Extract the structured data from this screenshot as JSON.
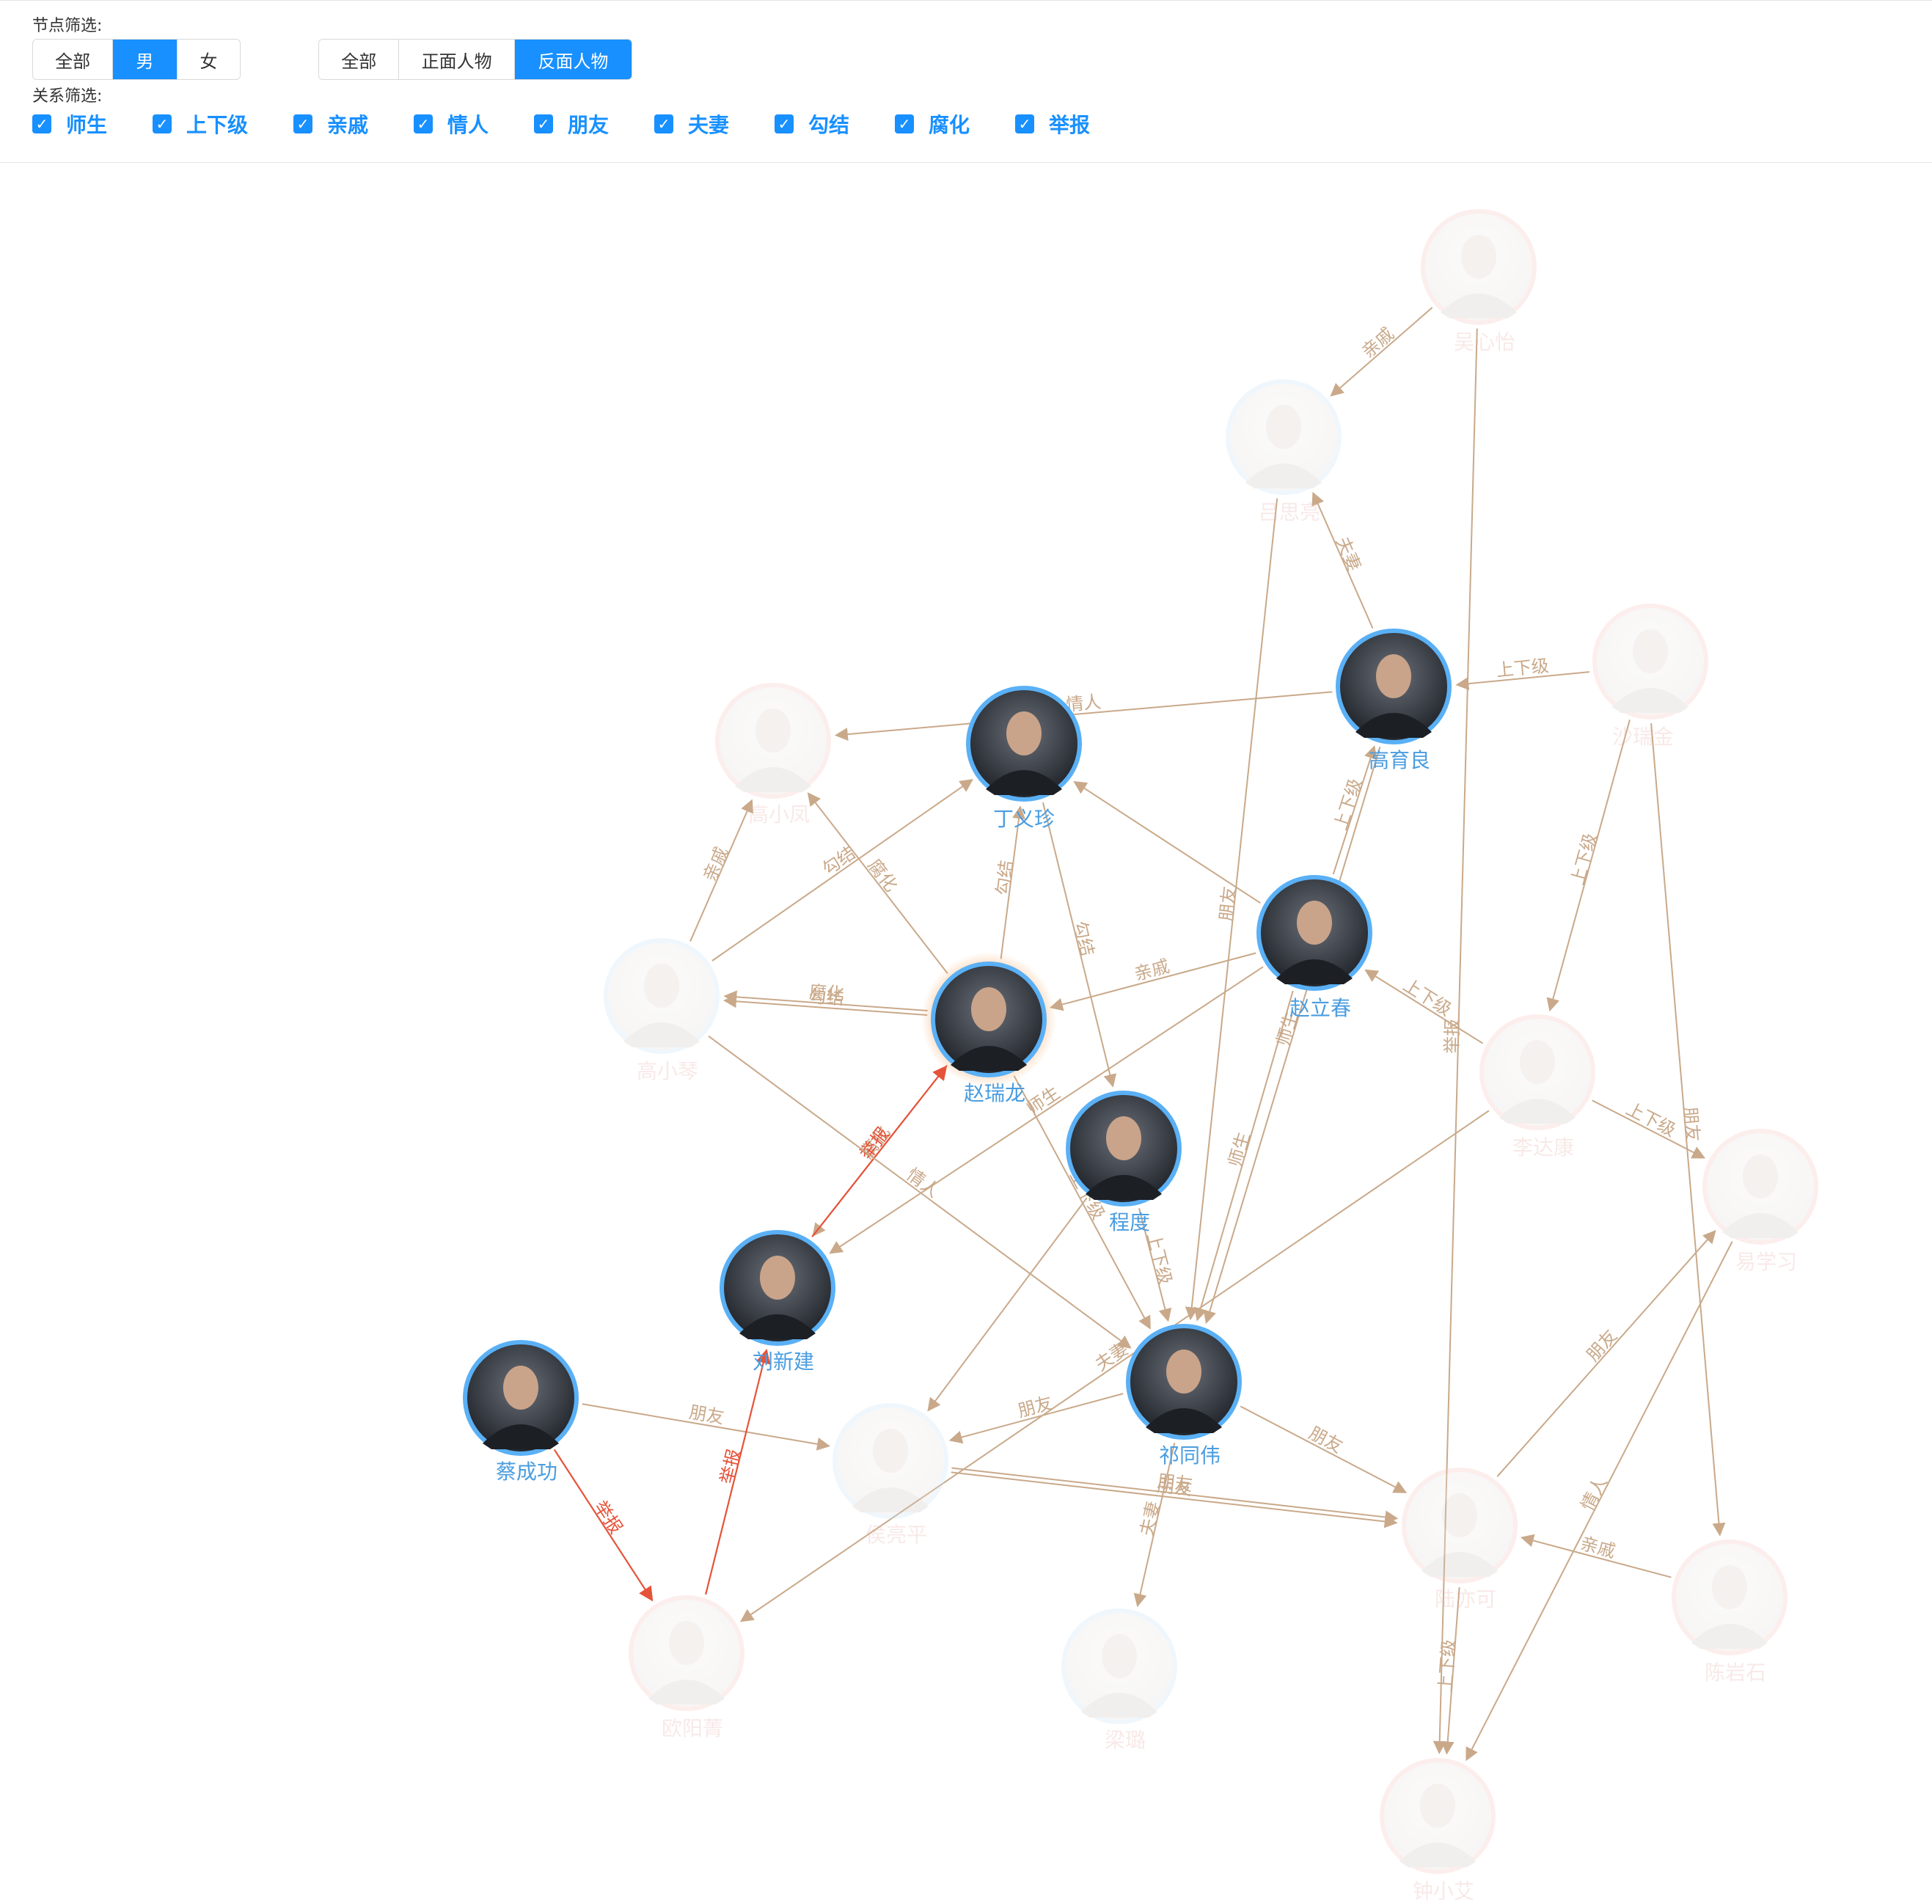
{
  "filters": {
    "node_label": "节点筛选:",
    "relation_label": "关系筛选:",
    "gender_options": [
      "全部",
      "男",
      "女"
    ],
    "gender_selected": "男",
    "role_options": [
      "全部",
      "正面人物",
      "反面人物"
    ],
    "role_selected": "反面人物",
    "relations": [
      "师生",
      "上下级",
      "亲戚",
      "情人",
      "朋友",
      "夫妻",
      "勾结",
      "腐化",
      "举报"
    ]
  },
  "colors": {
    "accent": "#1890ff",
    "edge": "#c9a98a",
    "report_edge": "#e5533a",
    "node_ring": "#5ab0f5",
    "focus_glow": "#f5a35c",
    "faded_red_ring": "#f7c4bd",
    "faded_blue_ring": "#c9e3fb"
  },
  "graph": {
    "nodes": [
      {
        "id": "ding",
        "name": "丁义珍",
        "active": true
      },
      {
        "id": "gao",
        "name": "高育良",
        "active": true
      },
      {
        "id": "zhaolc",
        "name": "赵立春",
        "active": true
      },
      {
        "id": "zhaorl",
        "name": "赵瑞龙",
        "active": true,
        "focus": true
      },
      {
        "id": "cheng",
        "name": "程度",
        "active": true
      },
      {
        "id": "liu",
        "name": "刘新建",
        "active": true
      },
      {
        "id": "cai",
        "name": "蔡成功",
        "active": true
      },
      {
        "id": "qi",
        "name": "祁同伟",
        "active": true
      },
      {
        "id": "wu",
        "name": "吴心怡",
        "active": false
      },
      {
        "id": "lu",
        "name": "吕思亮",
        "active": false
      },
      {
        "id": "sha",
        "name": "沙瑞金",
        "active": false
      },
      {
        "id": "gaoxf",
        "name": "高小凤",
        "active": false
      },
      {
        "id": "gaoxq",
        "name": "高小琴",
        "active": false
      },
      {
        "id": "li",
        "name": "李达康",
        "active": false
      },
      {
        "id": "yi",
        "name": "易学习",
        "active": false
      },
      {
        "id": "hou",
        "name": "侯亮平",
        "active": false
      },
      {
        "id": "luhui",
        "name": "陆亦可",
        "active": false
      },
      {
        "id": "ouy",
        "name": "欧阳菁",
        "active": false
      },
      {
        "id": "liangl",
        "name": "梁璐",
        "active": false
      },
      {
        "id": "cheny",
        "name": "陈岩石",
        "active": false
      },
      {
        "id": "zhong",
        "name": "钟小艾",
        "active": false
      }
    ],
    "edges": [
      {
        "from": "wu",
        "to": "lu",
        "label": "亲戚"
      },
      {
        "from": "gao",
        "to": "lu",
        "label": "夫妻"
      },
      {
        "from": "sha",
        "to": "gao",
        "label": "上下级"
      },
      {
        "from": "gao",
        "to": "gaoxf",
        "label": "情人"
      },
      {
        "from": "gaoxq",
        "to": "gaoxf",
        "label": "亲戚"
      },
      {
        "from": "zhaorl",
        "to": "gaoxf",
        "label": "腐化"
      },
      {
        "from": "gaoxq",
        "to": "ding",
        "label": "勾结"
      },
      {
        "from": "zhaorl",
        "to": "ding",
        "label": "勾结"
      },
      {
        "from": "zhaolc",
        "to": "ding",
        "label": ""
      },
      {
        "from": "zhaorl",
        "to": "gaoxq",
        "label": "勾结"
      },
      {
        "from": "zhaorl",
        "to": "gaoxq",
        "label": "腐化"
      },
      {
        "from": "zhaolc",
        "to": "zhaorl",
        "label": "亲戚"
      },
      {
        "from": "zhaolc",
        "to": "gao",
        "label": "上下级"
      },
      {
        "from": "sha",
        "to": "li",
        "label": "上下级"
      },
      {
        "from": "li",
        "to": "zhaolc",
        "label": "上下级"
      },
      {
        "from": "wu",
        "to": "zhong",
        "label": "举报"
      },
      {
        "from": "zhaorl",
        "to": "liu",
        "label": "腐化"
      },
      {
        "from": "liu",
        "to": "zhaorl",
        "label": "举报",
        "report": true
      },
      {
        "from": "zhaolc",
        "to": "liu",
        "label": "师生"
      },
      {
        "from": "gaoxq",
        "to": "qi",
        "label": "情人"
      },
      {
        "from": "ding",
        "to": "cheng",
        "label": "勾结"
      },
      {
        "from": "cheng",
        "to": "qi",
        "label": "上下级"
      },
      {
        "from": "zhaorl",
        "to": "qi",
        "label": "上下级"
      },
      {
        "from": "gao",
        "to": "qi",
        "label": "师生"
      },
      {
        "from": "lu",
        "to": "qi",
        "label": "朋友"
      },
      {
        "from": "zhaolc",
        "to": "qi",
        "label": "师生"
      },
      {
        "from": "li",
        "to": "ouy",
        "label": "夫妻"
      },
      {
        "from": "cheng",
        "to": "hou",
        "label": ""
      },
      {
        "from": "qi",
        "to": "hou",
        "label": "朋友"
      },
      {
        "from": "cai",
        "to": "hou",
        "label": "朋友"
      },
      {
        "from": "cai",
        "to": "ouy",
        "label": "举报",
        "report": true
      },
      {
        "from": "ouy",
        "to": "liu",
        "label": "举报",
        "report": true
      },
      {
        "from": "qi",
        "to": "luhui",
        "label": "朋友"
      },
      {
        "from": "hou",
        "to": "luhui",
        "label": "朋友"
      },
      {
        "from": "hou",
        "to": "luhui",
        "label": "朋友"
      },
      {
        "from": "qi",
        "to": "liangl",
        "label": "夫妻"
      },
      {
        "from": "li",
        "to": "yi",
        "label": "上下级"
      },
      {
        "from": "sha",
        "to": "cheny",
        "label": "朋友"
      },
      {
        "from": "luhui",
        "to": "yi",
        "label": "朋友"
      },
      {
        "from": "yi",
        "to": "zhong",
        "label": "情人"
      },
      {
        "from": "cheny",
        "to": "luhui",
        "label": "亲戚"
      },
      {
        "from": "luhui",
        "to": "zhong",
        "label": "上下级"
      }
    ]
  }
}
